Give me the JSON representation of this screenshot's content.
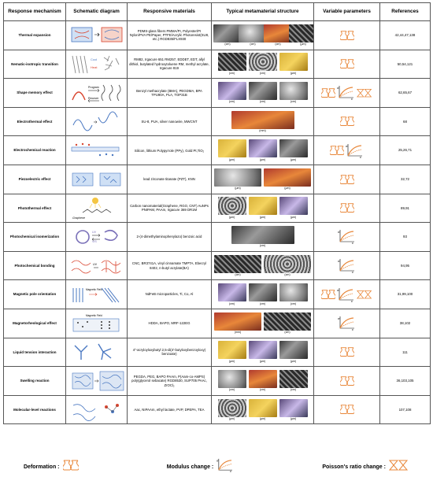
{
  "headers": {
    "mechanism": "Response mechanism",
    "schematic": "Schematic diagram",
    "materials": "Responsive materials",
    "structure": "Typical metamaterial structure",
    "variables": "Variable parameters",
    "references": "References"
  },
  "rows": [
    {
      "mechanism": "Thermal expansion",
      "materials": "PDMS-glass fibers PMMA/PI, Polyester/PI Nylon/PVA PE/Paper, PTFE/Acrylic Photoresist(SU8, etc.) RGD835/FLX930",
      "refs": "42,44,47,138",
      "units": [
        "(cm)",
        "(cm)",
        "(cm)",
        "(μm)"
      ],
      "vars": [
        "deformation"
      ],
      "schematic_icon": "thermal-expansion-schematic"
    },
    {
      "mechanism": "Nematic-isotropic transition",
      "materials": "RM82, Irgacure 651 RM257, EDDET, EDT, allyl dithiol, butylated hydroxytoluene RM, methyl acrylate, Irgacure 819",
      "refs": "50,54,121",
      "units": [
        "(cm)",
        "(cm)",
        "(μm)"
      ],
      "vars": [
        "deformation"
      ],
      "schematic_labels": [
        "Cool",
        "Heat"
      ],
      "schematic_icon": "nematic-isotropic-schematic"
    },
    {
      "mechanism": "Shape memory effect",
      "materials": "Benzyl methacrylate (BMA), PEGDMA, BPA TPU90A, PLA, TOP31B",
      "refs": "62,65,67",
      "units": [
        "(cm)",
        "(cm)",
        "(cm)"
      ],
      "vars": [
        "deformation",
        "modulus",
        "poisson"
      ],
      "schematic_labels": [
        "Program",
        "Recover"
      ],
      "schematic_icon": "shape-memory-schematic"
    },
    {
      "mechanism": "Electrothermal effect",
      "materials": "SU-8, PUA, silver nanowire, MWCNT",
      "refs": "68",
      "units": [
        "(mm)"
      ],
      "vars": [
        "deformation"
      ],
      "schematic_icon": "electrothermal-schematic"
    },
    {
      "mechanism": "Electrochemical reaction",
      "materials": "Silicon, lithium Polypyrrole (PPy), Gold Pt,TiO₂",
      "refs": "25,26,71",
      "units": [
        "(μm)",
        "(μm)",
        "(μm)"
      ],
      "vars": [
        "deformation",
        "modulus"
      ],
      "schematic_icon": "electrochemical-schematic"
    },
    {
      "mechanism": "Piezoelectric effect",
      "materials": "lead zirconate titanate (PZT), KNN",
      "refs": "32,72",
      "units": [
        "(μm)",
        "(μm)"
      ],
      "vars": [
        "deformation"
      ],
      "schematic_icon": "piezoelectric-schematic"
    },
    {
      "mechanism": "Photothermal effect",
      "materials": "Carbon nanomaterial(Graphene, RGO, CNT) AuNPs PNIPAM, PAAm, Irgacure 369 DR1M",
      "refs": "89,91",
      "units": [
        "(μm)",
        "(μm)",
        "(μm)"
      ],
      "vars": [
        "deformation"
      ],
      "schematic_labels": [
        "Graphene"
      ],
      "schematic_icon": "photothermal-schematic"
    },
    {
      "mechanism": "Photochemical isomerization",
      "materials": "2-(4-dimethylaminophenylazo) benzoic acid",
      "refs": "93",
      "units": [
        "(cm)"
      ],
      "vars": [
        "modulus"
      ],
      "schematic_labels": [
        "UV",
        "VIS"
      ],
      "schematic_icon": "photochemical-isomerization-schematic"
    },
    {
      "mechanism": "Photochemical bonding",
      "materials": "CNC, BR3741A, vinyl cinnamate TMPTA, Ebecryl 8402, n-butyl acrylate(BA)",
      "refs": "94,95",
      "units": [
        "(cm)",
        "(cm)"
      ],
      "vars": [
        "modulus"
      ],
      "schematic_labels": [
        "UV"
      ],
      "schematic_icon": "photochemical-bonding-schematic"
    },
    {
      "mechanism": "Magnetic pole orientation",
      "materials": "NdFeB microparticles, Ti, Co, Al",
      "refs": "31,99,100",
      "units": [
        "(cm)",
        "(cm)",
        "(cm)"
      ],
      "vars": [
        "deformation",
        "modulus",
        "poisson"
      ],
      "schematic_labels": [
        "Magnetic Field"
      ],
      "schematic_icon": "magnetic-pole-schematic"
    },
    {
      "mechanism": "Magnetorheological effect",
      "materials": "HDDA, BAPO, MRF-122EG",
      "refs": "38,102",
      "units": [
        "(mm)",
        "(cm)"
      ],
      "vars": [
        "modulus"
      ],
      "schematic_labels": [
        "Magnetic Field"
      ],
      "schematic_icon": "magnetorheological-schematic"
    },
    {
      "mechanism": "Liquid tension interaction",
      "materials": "4\"-acryloyloxybutyl 2,5-di(4'-butyloxybenzoyloxy) benzoate)",
      "refs": "111",
      "units": [
        "(μm)",
        "(μm)",
        "(μm)"
      ],
      "vars": [
        "deformation"
      ],
      "schematic_icon": "liquid-tension-schematic"
    },
    {
      "mechanism": "Swelling reaction",
      "materials": "PEGDA, PEG, BAPO PAAm, P(Aam-co-AMPS) poly(glycerol sebacate) RGD8530, SUP705 PAAc, ZrOCl₂",
      "refs": "36,103,105",
      "units": [
        "(cm)",
        "(cm)",
        "(cm)"
      ],
      "vars": [
        "deformation"
      ],
      "schematic_icon": "swelling-schematic"
    },
    {
      "mechanism": "Molecular-level reactions",
      "materials": "Aac, NIPAAm, ethyl lactate, PVP, DPEPA, TEA",
      "refs": "107,108",
      "units": [
        "(μm)",
        "(μm)",
        "(μm)"
      ],
      "vars": [
        "deformation"
      ],
      "schematic_icon": "molecular-reaction-schematic"
    }
  ],
  "legend": {
    "deformation": "Deformation :",
    "modulus": "Modulus change :",
    "poisson": "Poisson's ratio change :"
  },
  "axis_letters": {
    "y": "σ",
    "x": "ε"
  },
  "colors": {
    "accent_orange": "#e8873a",
    "border": "#555555"
  }
}
